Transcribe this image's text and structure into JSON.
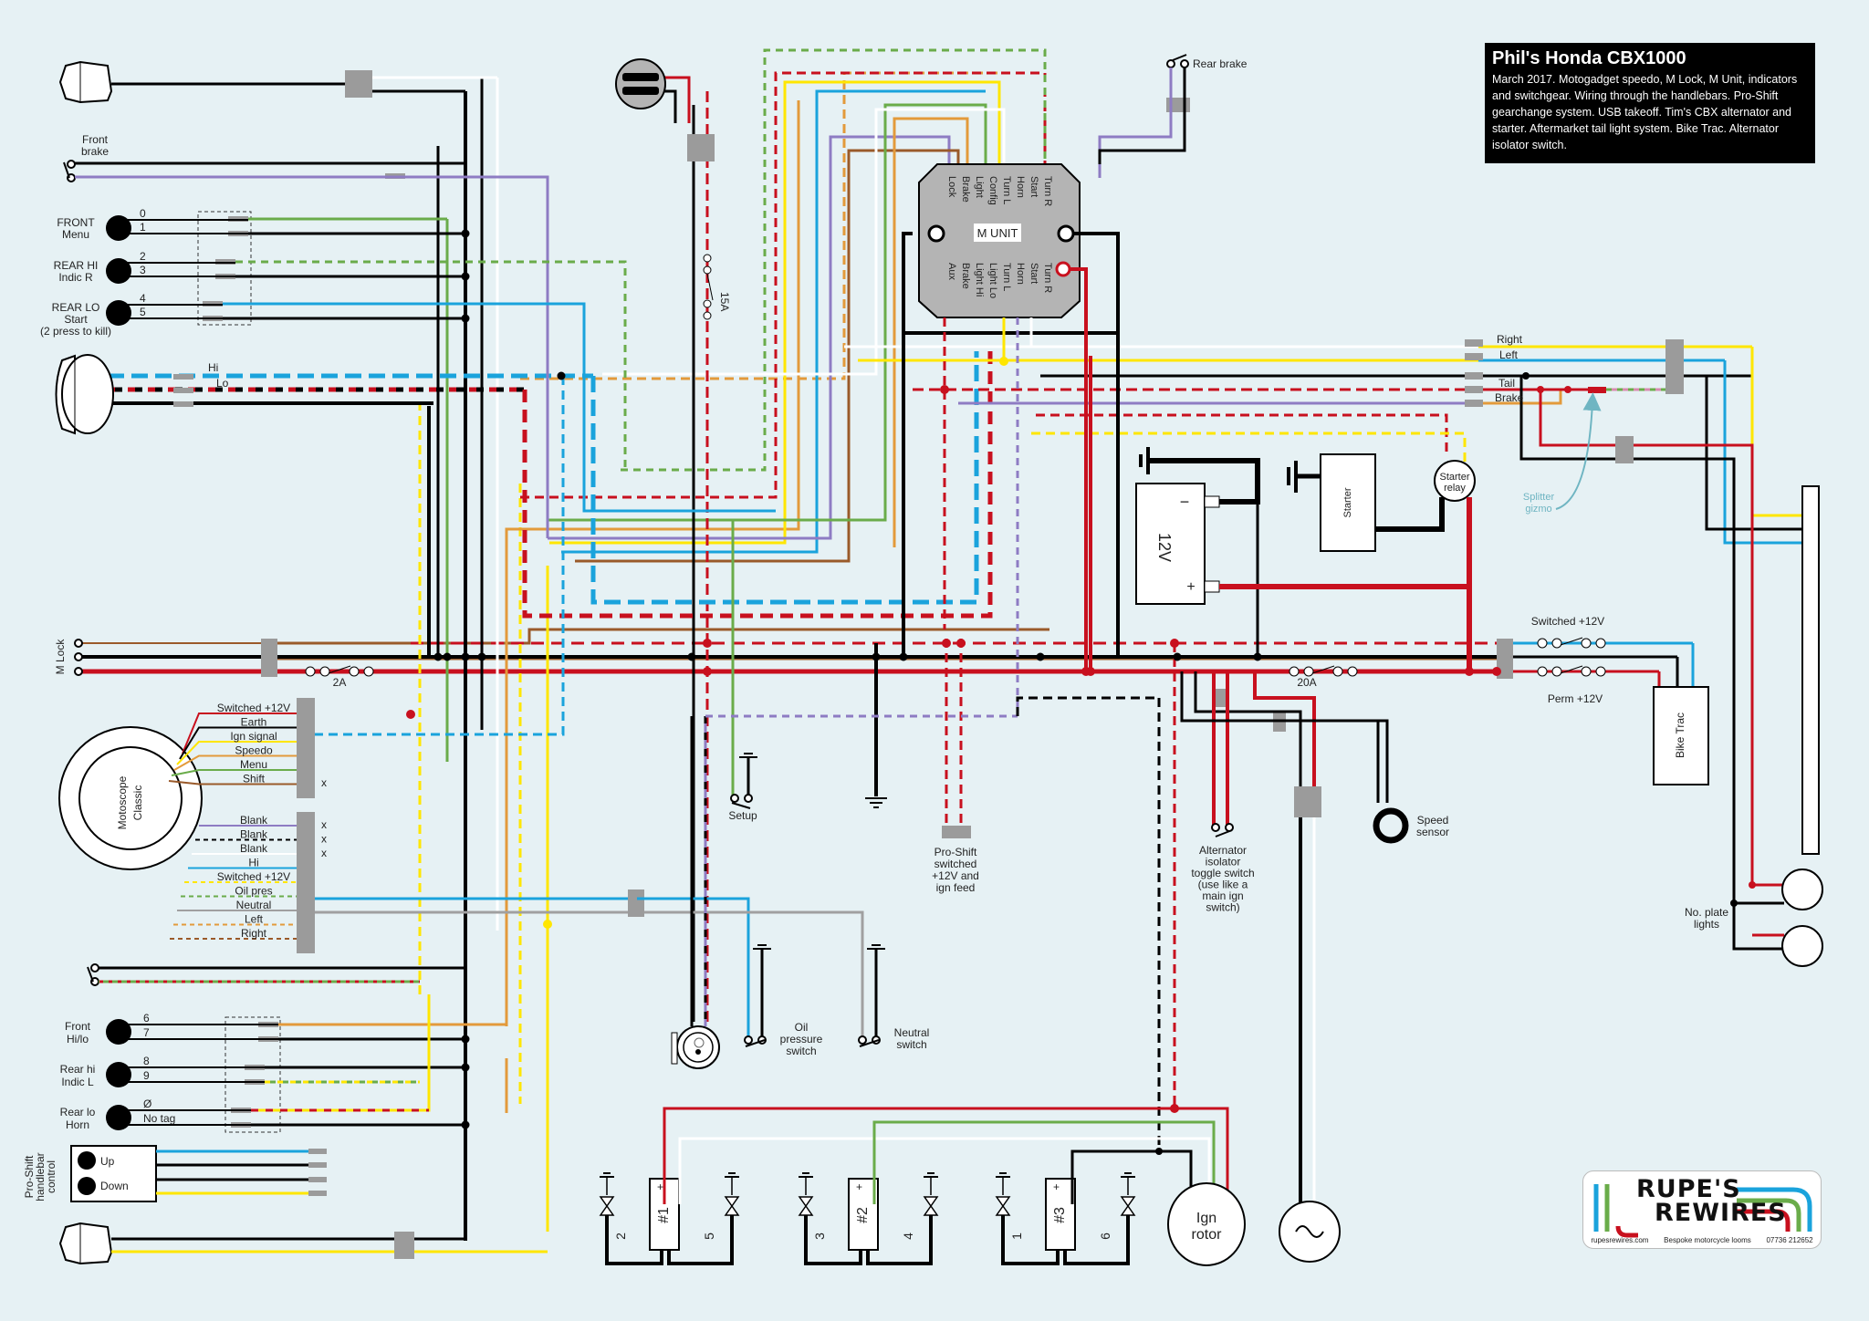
{
  "title": {
    "heading": "Phil's Honda CBX1000",
    "description": "March 2017. Motogadget speedo, M Lock, M Unit, indicators and switchgear. Wiring through the handlebars. Pro-Shift gearchange system. USB takeoff. Tim's CBX alternator and starter. Aftermarket tail light system. Bike Trac. Alternator isolator switch."
  },
  "colors": {
    "background": "#e6f1f4",
    "wire_red": "#c8101e",
    "wire_black": "#000000",
    "wire_blue": "#1aa3dc",
    "wire_yellow": "#ffe600",
    "wire_green": "#6aac4a",
    "wire_orange": "#e39a3b",
    "wire_brown": "#9a5a2a",
    "wire_purple": "#8e7cc3",
    "wire_grey": "#a0a0a0",
    "wire_white": "#ffffff",
    "connector": "#9b9b9b",
    "annotation": "#6fb5c2"
  },
  "m_unit": {
    "label": "M UNIT",
    "inputs": [
      "Turn R",
      "Start",
      "Horn",
      "Turn L",
      "Config",
      "Light",
      "Brake",
      "Lock"
    ],
    "outputs": [
      "Turn R",
      "Start",
      "Horn",
      "Turn L",
      "Light Lo",
      "Light Hi",
      "Brake",
      "Aux"
    ]
  },
  "left_switches": {
    "front_brake": "Front brake",
    "groups_top": [
      {
        "label": "FRONT",
        "sub": "Menu",
        "pins": [
          "0",
          "1"
        ]
      },
      {
        "label": "REAR HI",
        "sub": "Indic R",
        "pins": [
          "2",
          "3"
        ]
      },
      {
        "label": "REAR LO",
        "sub": "Start",
        "note": "(2 press to kill)",
        "pins": [
          "4",
          "5"
        ]
      }
    ],
    "groups_bottom": [
      {
        "label": "Front",
        "sub": "Hi/lo",
        "pins": [
          "6",
          "7"
        ]
      },
      {
        "label": "Rear hi",
        "sub": "Indic L",
        "pins": [
          "8",
          "9"
        ]
      },
      {
        "label": "Rear lo",
        "sub": "Horn",
        "pins": [
          "Ø",
          "No tag"
        ]
      }
    ]
  },
  "headlight": {
    "hi": "Hi",
    "lo": "Lo"
  },
  "m_lock": {
    "label": "M Lock",
    "fuse": "2A"
  },
  "speedo": {
    "name_line1": "Motoscope",
    "name_line2": "Classic",
    "connector1": [
      "Switched +12V",
      "Earth",
      "Ign signal",
      "Speedo",
      "Menu",
      "Shift"
    ],
    "connector1_nc": [
      "x"
    ],
    "connector2": [
      "Blank",
      "Blank",
      "Blank",
      "Hi",
      "Switched +12V",
      "Oil pres",
      "Neutral",
      "Left",
      "Right"
    ],
    "connector2_nc": [
      "x",
      "x",
      "x"
    ]
  },
  "proshift": {
    "label_line1": "Pro-Shift",
    "label_line2": "handlebar",
    "label_line3": "control",
    "up": "Up",
    "down": "Down",
    "feed": [
      "Pro-Shift",
      "switched",
      "+12V and",
      "ign feed"
    ]
  },
  "fuse_15a": "15A",
  "fuse_20a": "20A",
  "switches": {
    "setup": "Setup",
    "oil": [
      "Oil",
      "pressure",
      "switch"
    ],
    "neutral": [
      "Neutral",
      "switch"
    ],
    "rear_brake": "Rear brake"
  },
  "battery": {
    "voltage": "12V",
    "neg": "−",
    "pos": "+"
  },
  "starter": {
    "label": "Starter",
    "relay_line1": "Starter",
    "relay_line2": "relay"
  },
  "tail": {
    "right": "Right",
    "left": "Left",
    "tail": "Tail",
    "brake": "Brake",
    "splitter": [
      "Splitter",
      "gizmo"
    ],
    "plate_lights": [
      "No. plate",
      "lights"
    ]
  },
  "bike_trac": {
    "label": "Bike Trac",
    "switched": "Switched +12V",
    "perm": "Perm +12V"
  },
  "alternator_switch": [
    "Alternator",
    "isolator",
    "toggle switch",
    "(use like a",
    "main ign",
    "switch)"
  ],
  "speed_sensor": [
    "Speed",
    "sensor"
  ],
  "coils": [
    {
      "label": "#1",
      "plugs": [
        "2",
        "5"
      ]
    },
    {
      "label": "#2",
      "plugs": [
        "3",
        "4"
      ]
    },
    {
      "label": "#3",
      "plugs": [
        "1",
        "6"
      ]
    }
  ],
  "ign_rotor": [
    "Ign",
    "rotor"
  ],
  "logo": {
    "line1": "RUPE'S",
    "line2": "REWIRES",
    "website": "rupesrewires.com",
    "tagline": "Bespoke motorcycle looms",
    "phone": "07736 212652"
  }
}
